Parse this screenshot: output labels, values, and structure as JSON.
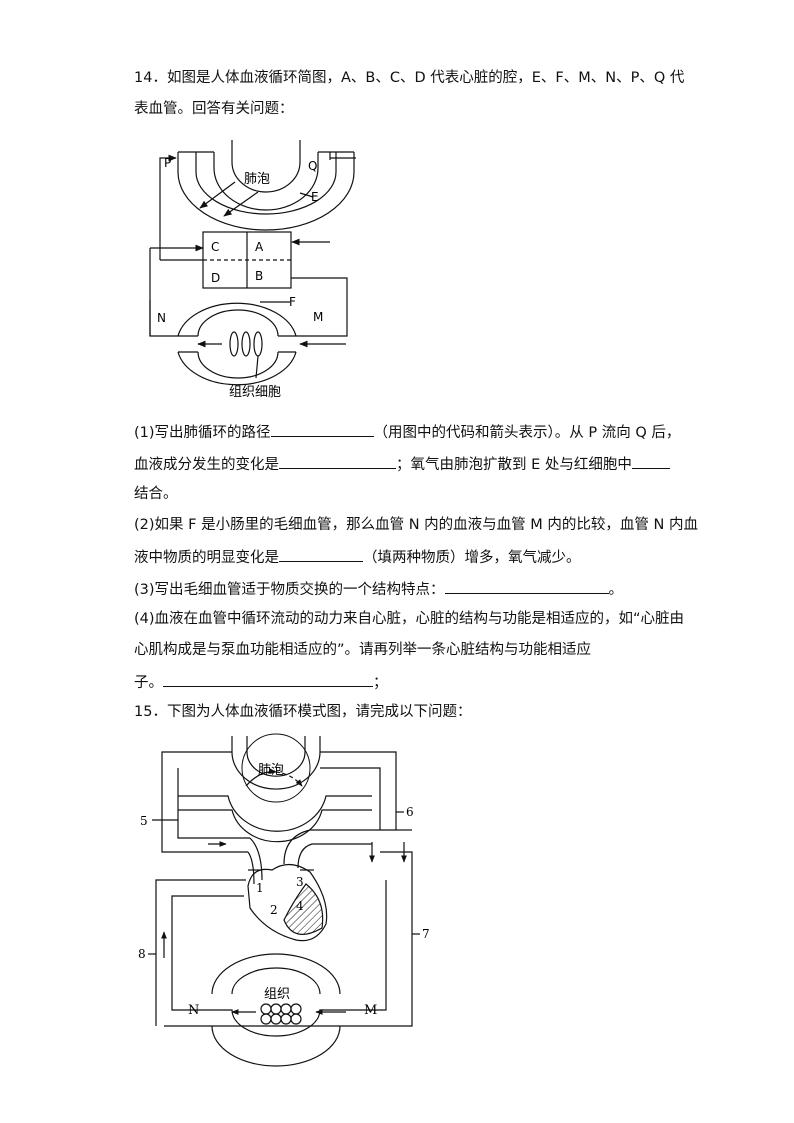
{
  "q14": {
    "stem1": "14．如图是人体血液循环简图，A、B、C、D 代表心脏的腔，E、F、M、N、P、Q 代",
    "stem2": "表血管。回答有关问题：",
    "fig": {
      "alveolus": "肺泡",
      "tissue": "组织细胞",
      "P": "P",
      "Q": "Q",
      "E": "E",
      "F": "F",
      "M": "M",
      "N": "N",
      "A": "A",
      "B": "B",
      "C": "C",
      "D": "D"
    },
    "p1a": "(1)写出肺循环的路径",
    "p1b": "（用图中的代码和箭头表示）。从 P 流向 Q 后，",
    "p2a": "血液成分发生的变化是",
    "p2b": "；氧气由肺泡扩散到 E 处与红细胞中",
    "p3": "结合。",
    "p4": "(2)如果 F 是小肠里的毛细血管，那么血管 N 内的血液与血管 M 内的比较，血管 N 内血",
    "p5a": "液中物质的明显变化是",
    "p5b": "（填两种物质）增多，氧气减少。",
    "p6a": "(3)写出毛细血管适于物质交换的一个结构特点：",
    "p6b": "。",
    "p7": "(4)血液在血管中循环流动的动力来自心脏，心脏的结构与功能是相适应的，如“心脏由",
    "p8": "心肌构成是与泵血功能相适应的”。请再列举一条心脏结构与功能相适应",
    "p9a": "子。",
    "p9b": "；"
  },
  "q15": {
    "stem": "15．下图为人体血液循环模式图，请完成以下问题：",
    "fig": {
      "alveolus": "肺泡",
      "tissue": "组织",
      "n1": "1",
      "n2": "2",
      "n3": "3",
      "n4": "4",
      "n5": "5",
      "n6": "6",
      "n7": "7",
      "n8": "8",
      "M": "M",
      "N": "N"
    }
  }
}
